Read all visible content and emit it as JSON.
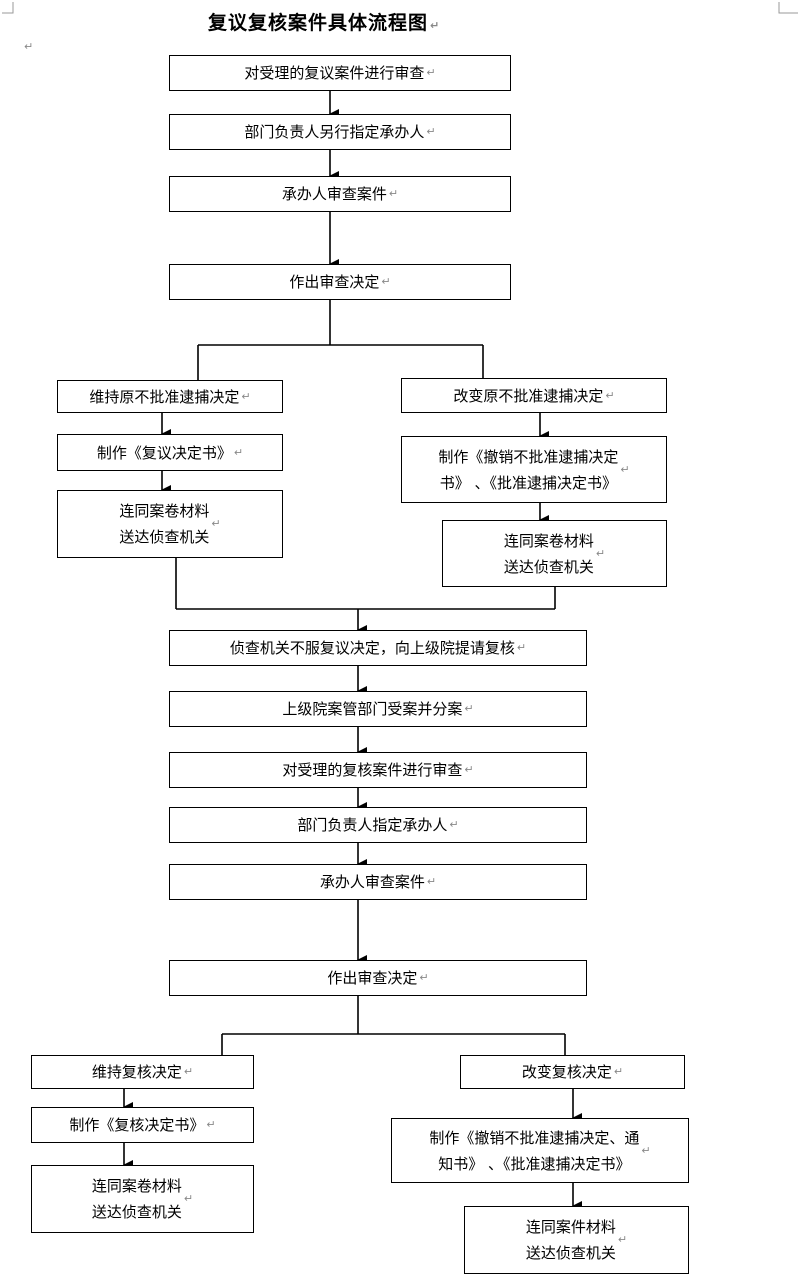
{
  "title": "复议复核案件具体流程图",
  "nodes": {
    "n1": "对受理的复议案件进行审查",
    "n2": "部门负责人另行指定承办人",
    "n3": "承办人审查案件",
    "n4": "作出审查决定",
    "n5": "维持原不批准逮捕决定",
    "n6": "改变原不批准逮捕决定",
    "n7": "制作《复议决定书》",
    "n8": "制作《撤销不批准逮捕决定\n书》 、《批准逮捕决定书》",
    "n9": "连同案卷材料\n送达侦查机关",
    "n10": "连同案卷材料\n送达侦查机关",
    "n11": "侦查机关不服复议决定，向上级院提请复核",
    "n12": "上级院案管部门受案并分案",
    "n13": "对受理的复核案件进行审查",
    "n14": "部门负责人指定承办人",
    "n15": "承办人审查案件",
    "n16": "作出审查决定",
    "n17": "维持复核决定",
    "n18": "改变复核决定",
    "n19": "制作《复核决定书》",
    "n20": "制作《撤销不批准逮捕决定、通\n知书》 、《批准逮捕决定书》",
    "n21": "连同案卷材料\n送达侦查机关",
    "n22": "连同案件材料\n送达侦查机关"
  },
  "paragraph_mark": "↵"
}
